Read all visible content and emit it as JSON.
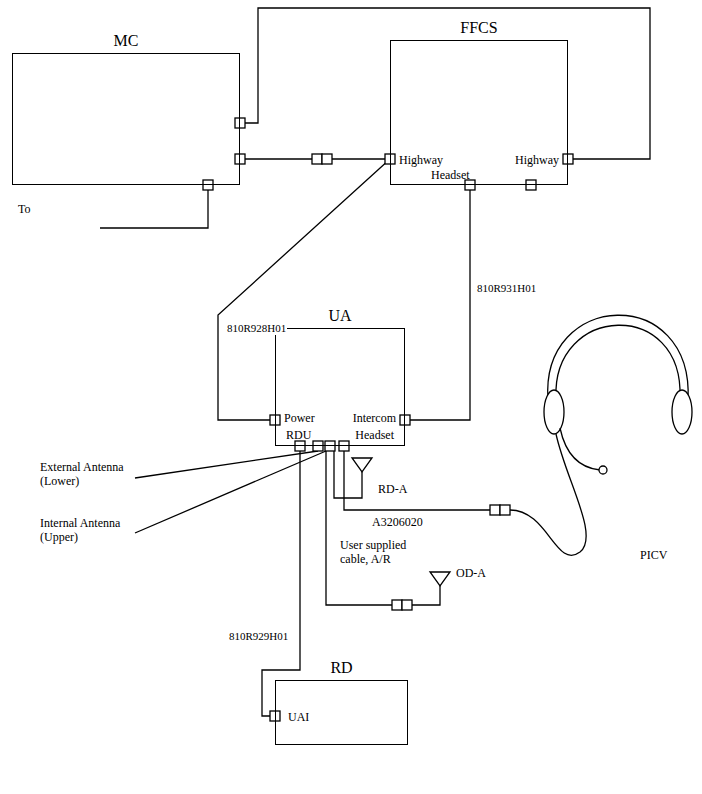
{
  "diagram": {
    "nodes": [
      {
        "text": [
          "MC"
        ]
      },
      {
        "text": [
          "FFCS",
          "Highway",
          "Highway",
          "Headset"
        ]
      },
      {
        "text": [
          "UA",
          "Power",
          "Intercom",
          "RDU",
          "Headset"
        ]
      },
      {
        "text": [
          "RD",
          "UAI"
        ]
      }
    ],
    "edges": [
      {
        "from": 0,
        "to": 1,
        "arrow": "none"
      },
      {
        "from": 0,
        "to": 1,
        "arrow": "none"
      },
      {
        "from": 1,
        "to": 2,
        "label": "810R928H01",
        "arrow": "none"
      },
      {
        "from": 1,
        "to": 2,
        "label": "810R931H01",
        "arrow": "none"
      },
      {
        "from": 2,
        "to": 3,
        "label": "810R929H01",
        "arrow": "none"
      }
    ],
    "labels": [
      "To",
      "External Antenna (Lower)",
      "Internal Antenna (Upper)",
      "RD-A",
      "User supplied cable, A/R",
      "OD-A",
      "A3206020",
      "PICV"
    ]
  }
}
